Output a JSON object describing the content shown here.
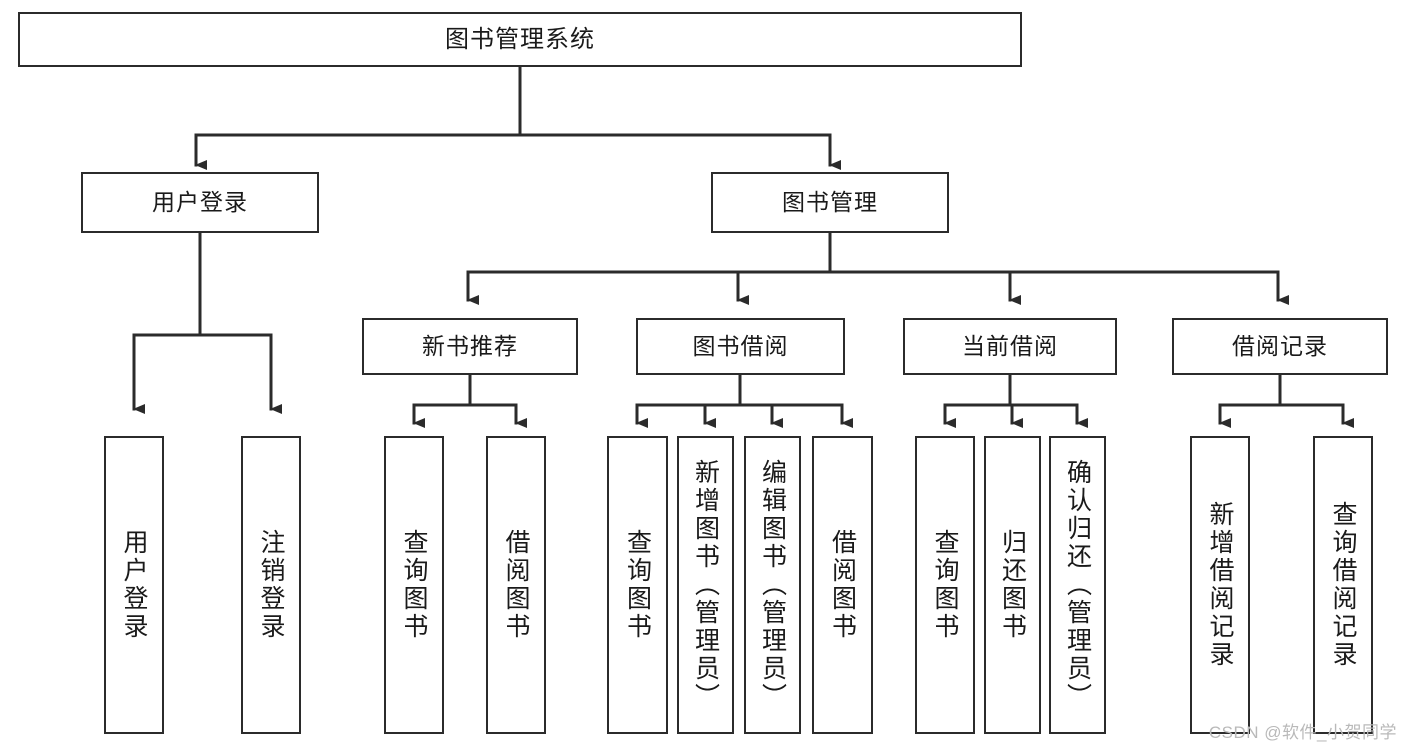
{
  "diagram": {
    "title": "图书管理系统",
    "type": "tree-hierarchy-diagram",
    "colors": {
      "node_border": "#2b2b2b",
      "node_fill": "#ffffff",
      "edge": "#2b2b2b",
      "text": "#1a1a1a",
      "watermark": "#b9b9b9",
      "background": "#ffffff"
    },
    "watermark": "CSDN @软件_小贺同学",
    "nodes": {
      "root": {
        "label": "图书管理系统"
      },
      "level2": [
        {
          "id": "user-login",
          "label": "用户登录"
        },
        {
          "id": "book-management",
          "label": "图书管理"
        }
      ],
      "level3": [
        {
          "id": "new-book-recommend",
          "label": "新书推荐"
        },
        {
          "id": "book-borrow",
          "label": "图书借阅"
        },
        {
          "id": "current-borrow",
          "label": "当前借阅"
        },
        {
          "id": "borrow-record",
          "label": "借阅记录"
        }
      ],
      "leaves": {
        "user_login": [
          {
            "id": "leaf-user-login",
            "label": "用户登录"
          },
          {
            "id": "leaf-logout-login",
            "label": "注销登录"
          }
        ],
        "new_book_recommend": [
          {
            "id": "leaf-query-book-1",
            "label": "查询图书"
          },
          {
            "id": "leaf-borrow-book-1",
            "label": "借阅图书"
          }
        ],
        "book_borrow": [
          {
            "id": "leaf-query-book-2",
            "label": "查询图书"
          },
          {
            "id": "leaf-add-book",
            "label": "新增图书（管理员）"
          },
          {
            "id": "leaf-edit-book",
            "label": "编辑图书（管理员）"
          },
          {
            "id": "leaf-borrow-book-2",
            "label": "借阅图书"
          }
        ],
        "current_borrow": [
          {
            "id": "leaf-query-book-3",
            "label": "查询图书"
          },
          {
            "id": "leaf-return-book",
            "label": "归还图书"
          },
          {
            "id": "leaf-confirm-return",
            "label": "确认归还（管理员）"
          }
        ],
        "borrow_record": [
          {
            "id": "leaf-add-record",
            "label": "新增借阅记录"
          },
          {
            "id": "leaf-query-record",
            "label": "查询借阅记录"
          }
        ]
      }
    }
  }
}
